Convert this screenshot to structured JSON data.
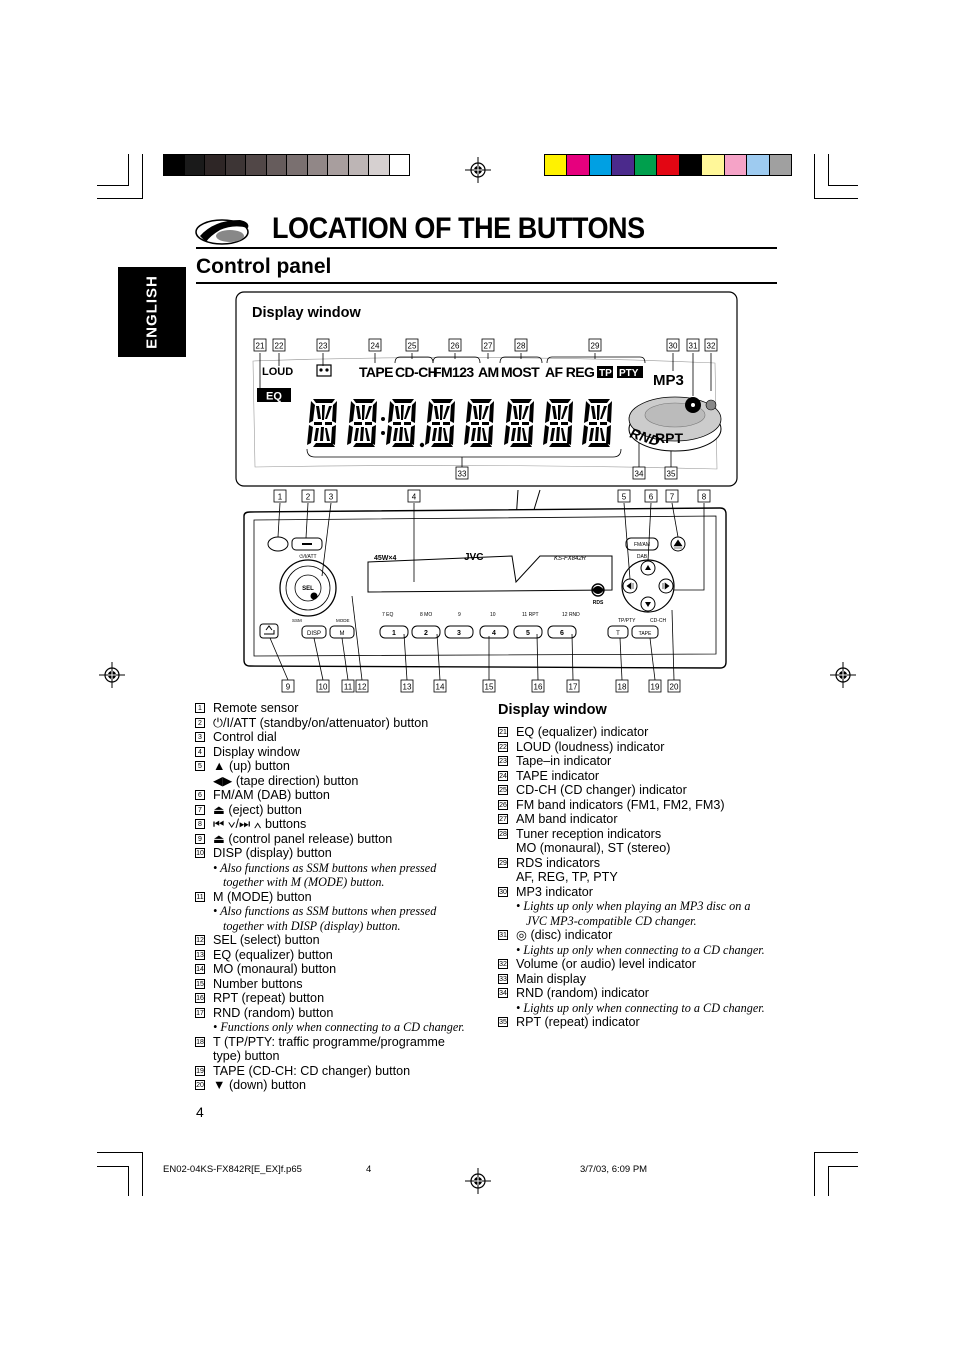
{
  "page": {
    "title": "LOCATION OF THE BUTTONS",
    "subtitle": "Control panel",
    "side_tab": "ENGLISH",
    "page_number": "4"
  },
  "colors": {
    "gray_bar": [
      "#000000",
      "#1a1a1a",
      "#2e2626",
      "#3d3535",
      "#514747",
      "#665c5c",
      "#7a7070",
      "#918787",
      "#a89e9e",
      "#bdb5b5",
      "#d6d0d0",
      "#ffffff"
    ],
    "color_bar": [
      "#fff200",
      "#e6007e",
      "#00a0e3",
      "#4b2a8c",
      "#009f4d",
      "#e30613",
      "#000000",
      "#fff799",
      "#f5a3c7",
      "#9ecbf0",
      "#a0a0a0"
    ]
  },
  "display_window": {
    "heading": "Display window",
    "indicators": {
      "loud": "LOUD",
      "eq": "EQ",
      "tape": "TAPE",
      "cdch": "CD-CH",
      "fm": "FM123",
      "am": "AM",
      "most": "MOST",
      "afreg": "AF REG",
      "tp": "TP",
      "pty": "PTY",
      "mp3": "MP3",
      "rnd": "RND",
      "rpt": "RPT"
    },
    "callouts_top": [
      "21",
      "22",
      "23",
      "24",
      "25",
      "26",
      "27",
      "28",
      "29",
      "30",
      "31",
      "32"
    ],
    "callouts_bottom": [
      "33",
      "34",
      "35"
    ]
  },
  "unit": {
    "brand": "JVC",
    "model": "KS-FX842R",
    "power": "45W×4",
    "rds": "RDS",
    "labels": {
      "sel": "SEL",
      "disp": "DISP",
      "m": "M",
      "ssm": "SSM",
      "mode": "MODE",
      "fmam": "FM/AM",
      "dab": "DAB",
      "tp_pty": "TP/PTY",
      "cdch": "CD-CH",
      "tape": "TAPE",
      "t": "T",
      "att": "⏻/I/ATT"
    },
    "preset_labels": [
      "7 EQ",
      "8 MO",
      "9",
      "10",
      "11 RPT",
      "12 RND"
    ],
    "presets": [
      "1",
      "2",
      "3",
      "4",
      "5",
      "6"
    ],
    "callouts_top": [
      "1",
      "2",
      "3",
      "4",
      "5",
      "6",
      "7",
      "8"
    ],
    "callouts_bottom": [
      "9",
      "10",
      "11",
      "12",
      "13",
      "14",
      "15",
      "16",
      "17",
      "18",
      "19",
      "20"
    ]
  },
  "left_list": [
    {
      "n": "1",
      "text": "Remote sensor"
    },
    {
      "n": "2",
      "text": "⏻/I/ATT (standby/on/attenuator) button"
    },
    {
      "n": "3",
      "text": "Control dial"
    },
    {
      "n": "4",
      "text": "Display window"
    },
    {
      "n": "5",
      "text": "▲ (up) button"
    },
    {
      "n": "",
      "text": "◀▶ (tape direction) button"
    },
    {
      "n": "6",
      "text": "FM/AM (DAB) button"
    },
    {
      "n": "7",
      "text": "⏏ (eject) button"
    },
    {
      "n": "8",
      "text": "⏮ ∨/⏭ ∧ buttons"
    },
    {
      "n": "9",
      "text": "⏏ (control panel release) button"
    },
    {
      "n": "10",
      "text": "DISP (display) button"
    },
    {
      "n": "",
      "note": "• Also functions as SSM buttons when pressed"
    },
    {
      "n": "",
      "note": "together with M (MODE) button."
    },
    {
      "n": "11",
      "text": "M (MODE) button"
    },
    {
      "n": "",
      "note": "• Also functions as SSM buttons when pressed"
    },
    {
      "n": "",
      "note": "together with DISP (display) button."
    },
    {
      "n": "12",
      "text": "SEL (select) button"
    },
    {
      "n": "13",
      "text": "EQ (equalizer) button"
    },
    {
      "n": "14",
      "text": "MO (monaural) button"
    },
    {
      "n": "15",
      "text": "Number buttons"
    },
    {
      "n": "16",
      "text": "RPT (repeat) button"
    },
    {
      "n": "17",
      "text": "RND (random) button"
    },
    {
      "n": "",
      "note": "• Functions only when connecting to a CD changer."
    },
    {
      "n": "18",
      "text": "T (TP/PTY: traffic programme/programme"
    },
    {
      "n": "",
      "text": "type) button"
    },
    {
      "n": "19",
      "text": "TAPE (CD-CH: CD changer) button"
    },
    {
      "n": "20",
      "text": "▼ (down) button"
    }
  ],
  "right_heading": "Display window",
  "right_list": [
    {
      "n": "21",
      "text": "EQ (equalizer) indicator"
    },
    {
      "n": "22",
      "text": "LOUD (loudness) indicator"
    },
    {
      "n": "23",
      "text": "Tape–in indicator"
    },
    {
      "n": "24",
      "text": "TAPE indicator"
    },
    {
      "n": "25",
      "text": "CD-CH (CD changer) indicator"
    },
    {
      "n": "26",
      "text": "FM band indicators (FM1, FM2, FM3)"
    },
    {
      "n": "27",
      "text": "AM band indicator"
    },
    {
      "n": "28",
      "text": "Tuner reception indicators"
    },
    {
      "n": "",
      "text": "MO (monaural), ST (stereo)"
    },
    {
      "n": "29",
      "text": "RDS indicators"
    },
    {
      "n": "",
      "text": "AF, REG, TP, PTY"
    },
    {
      "n": "30",
      "text": "MP3 indicator"
    },
    {
      "n": "",
      "note": "• Lights up only when playing an MP3 disc on a"
    },
    {
      "n": "",
      "note": "JVC MP3-compatible CD changer."
    },
    {
      "n": "31",
      "text": "◎ (disc) indicator"
    },
    {
      "n": "",
      "note": "• Lights up only when connecting to a CD changer."
    },
    {
      "n": "32",
      "text": "Volume (or audio) level indicator"
    },
    {
      "n": "33",
      "text": "Main display"
    },
    {
      "n": "34",
      "text": "RND (random) indicator"
    },
    {
      "n": "",
      "note": "• Lights up only when connecting to a CD changer."
    },
    {
      "n": "35",
      "text": "RPT (repeat) indicator"
    }
  ],
  "footer": {
    "file": "EN02-04KS-FX842R[E_EX]f.p65",
    "page": "4",
    "date": "3/7/03, 6:09 PM"
  }
}
